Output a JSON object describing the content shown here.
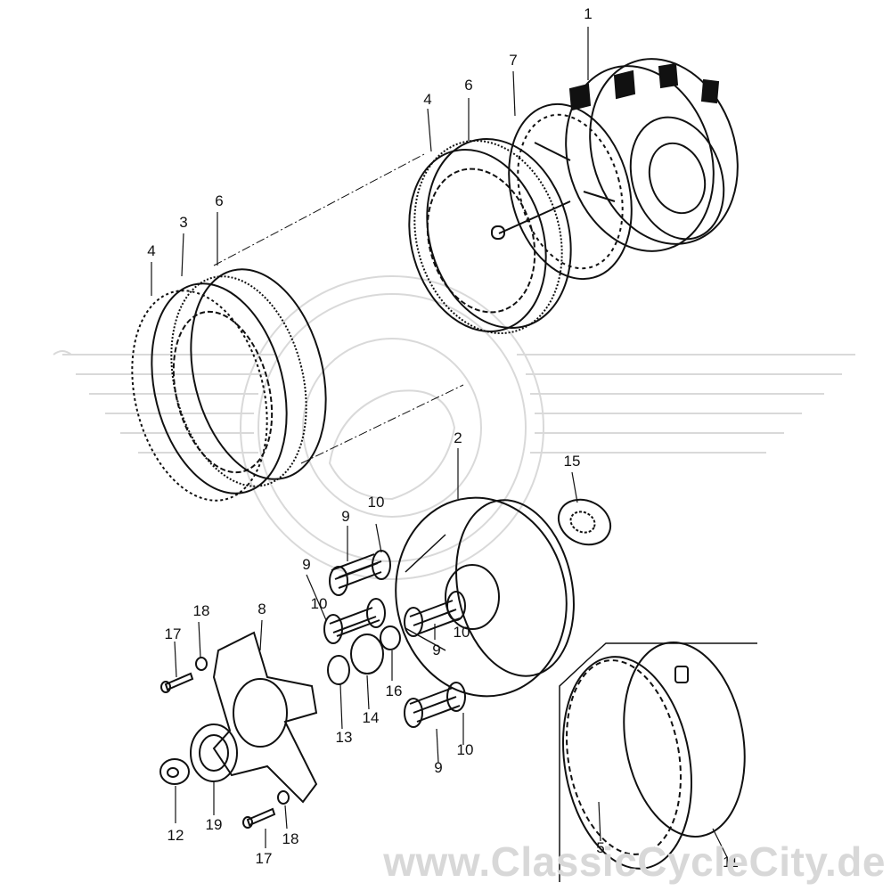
{
  "watermark": {
    "text": "www.ClassicCycleCity.de",
    "color": "#d8d8d8"
  },
  "colors": {
    "line": "#111111",
    "background": "#ffffff",
    "logo": "#d9d9d9"
  },
  "parts": [
    {
      "id": "p1",
      "label": "1"
    },
    {
      "id": "p2",
      "label": "2"
    },
    {
      "id": "p3",
      "label": "3"
    },
    {
      "id": "p4a",
      "label": "4"
    },
    {
      "id": "p4b",
      "label": "4"
    },
    {
      "id": "p5",
      "label": "5"
    },
    {
      "id": "p6a",
      "label": "6"
    },
    {
      "id": "p6b",
      "label": "6"
    },
    {
      "id": "p7",
      "label": "7"
    },
    {
      "id": "p8",
      "label": "8"
    },
    {
      "id": "p9a",
      "label": "9"
    },
    {
      "id": "p9b",
      "label": "9"
    },
    {
      "id": "p9c",
      "label": "9"
    },
    {
      "id": "p9d",
      "label": "9"
    },
    {
      "id": "p10a",
      "label": "10"
    },
    {
      "id": "p10b",
      "label": "10"
    },
    {
      "id": "p10c",
      "label": "10"
    },
    {
      "id": "p10d",
      "label": "10"
    },
    {
      "id": "p11",
      "label": "11"
    },
    {
      "id": "p12",
      "label": "12"
    },
    {
      "id": "p13",
      "label": "13"
    },
    {
      "id": "p14",
      "label": "14"
    },
    {
      "id": "p15",
      "label": "15"
    },
    {
      "id": "p16",
      "label": "16"
    },
    {
      "id": "p17a",
      "label": "17"
    },
    {
      "id": "p17b",
      "label": "17"
    },
    {
      "id": "p18a",
      "label": "18"
    },
    {
      "id": "p18b",
      "label": "18"
    },
    {
      "id": "p19",
      "label": "19"
    }
  ]
}
